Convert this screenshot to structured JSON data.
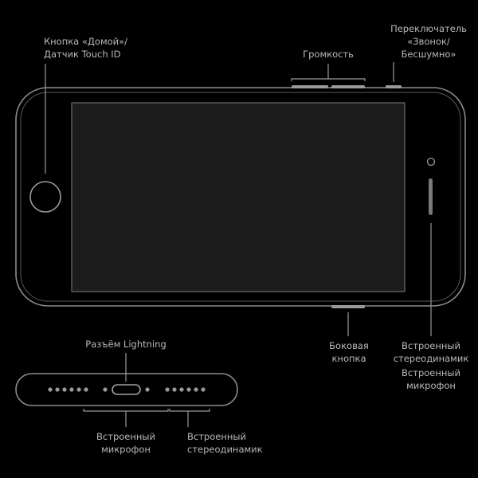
{
  "labels": {
    "home_button": [
      "Кнопка «Домой»/",
      "Датчик Touch ID"
    ],
    "volume": "Громкость",
    "ring_silent": [
      "Переключатель",
      "«Звонок/",
      "Бесшумно»"
    ],
    "side_button": [
      "Боковая",
      "кнопка"
    ],
    "stereo_speaker_right": [
      "Встроенный",
      "стереодинамик"
    ],
    "microphone_right": [
      "Встроенный",
      "микрофон"
    ],
    "lightning": "Разъём Lightning",
    "microphone_bottom": [
      "Встроенный",
      "микрофон"
    ],
    "stereo_speaker_bottom": [
      "Встроенный",
      "стереодинамик"
    ]
  },
  "colors": {
    "background": "#000000",
    "outline": "#8c8c8c",
    "screen": "#1c1c1c",
    "text": "#b9b9b9",
    "leader": "#9a9a9a",
    "button": "#9a9a9a"
  }
}
